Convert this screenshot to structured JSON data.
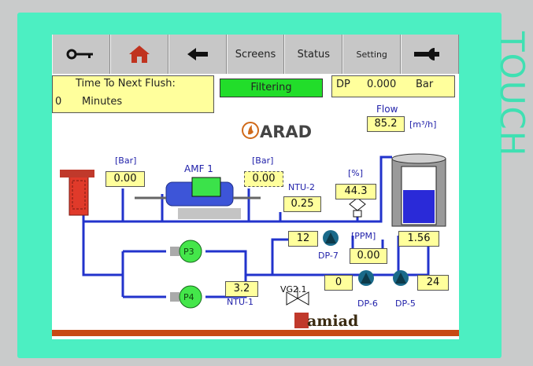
{
  "toolbar": {
    "screens_label": "Screens",
    "status_label": "Status",
    "setting_label": "Setting"
  },
  "header": {
    "flush_title": "Time To Next Flush:",
    "flush_value": "0",
    "flush_unit": "Minutes",
    "mode": "Filtering",
    "dp_label": "DP",
    "dp_value": "0.000",
    "dp_unit": "Bar"
  },
  "flow": {
    "label": "Flow",
    "value": "85.2",
    "unit": "[m³/h]"
  },
  "brand": {
    "meter": "ARAD",
    "maker": "amiad",
    "side": "TOUCH"
  },
  "amf": {
    "label": "AMF 1",
    "inlet_unit": "[Bar]",
    "inlet_value": "0.00",
    "outlet_unit": "[Bar]",
    "outlet_value": "0.00"
  },
  "ntu2": {
    "label": "NTU-2",
    "value": "0.25"
  },
  "percent": {
    "unit": "[%]",
    "value": "44.3"
  },
  "dp7": {
    "label": "DP-7",
    "value": "12"
  },
  "ppm": {
    "unit": "[PPM]",
    "value": "0.00"
  },
  "tank": {
    "value": "1.56",
    "level_fraction": 0.6
  },
  "pumps": {
    "p3": "P3",
    "p4": "P4"
  },
  "ntu1": {
    "label": "NTU-1",
    "value": "3.2"
  },
  "valve": {
    "label": "VG2.1"
  },
  "dp6": {
    "label": "DP-6",
    "value": "0"
  },
  "dp5": {
    "label": "DP-5",
    "value": "24"
  },
  "colors": {
    "bezel": "#4cefc2",
    "pipe": "#2233cc",
    "value_box": "#ffff9c",
    "status_green": "#22dd2a",
    "pump_green": "#44e64a",
    "bottom_bar": "#c84a14"
  }
}
